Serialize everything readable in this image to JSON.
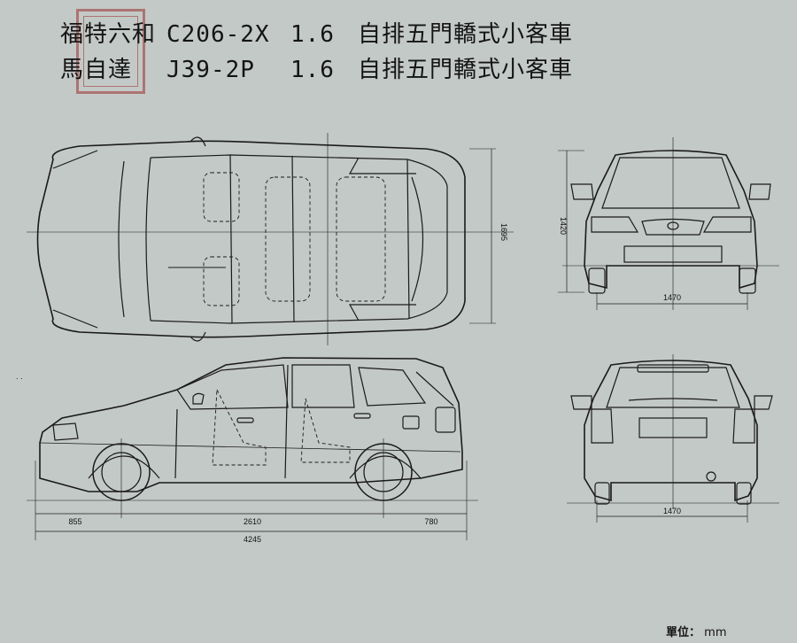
{
  "header": {
    "rows": [
      {
        "make": "福特六和",
        "code": "C206-2X",
        "displacement": "1.6",
        "desc": "自排五門轎式小客車"
      },
      {
        "make": "馬自達",
        "code": "J39-2P",
        "displacement": "1.6",
        "desc": "自排五門轎式小客車"
      }
    ]
  },
  "dimensions": {
    "top_width": "1695",
    "front_height": "1420",
    "front_track": "1470",
    "rear_track": "1470",
    "front_overhang": "855",
    "wheelbase": "2610",
    "rear_overhang": "780",
    "overall_length": "4245"
  },
  "unit": {
    "label": "單位：",
    "value": "mm"
  },
  "colors": {
    "paper": "#c3c9c6",
    "ink": "#141414",
    "seal": "#9a3030"
  }
}
